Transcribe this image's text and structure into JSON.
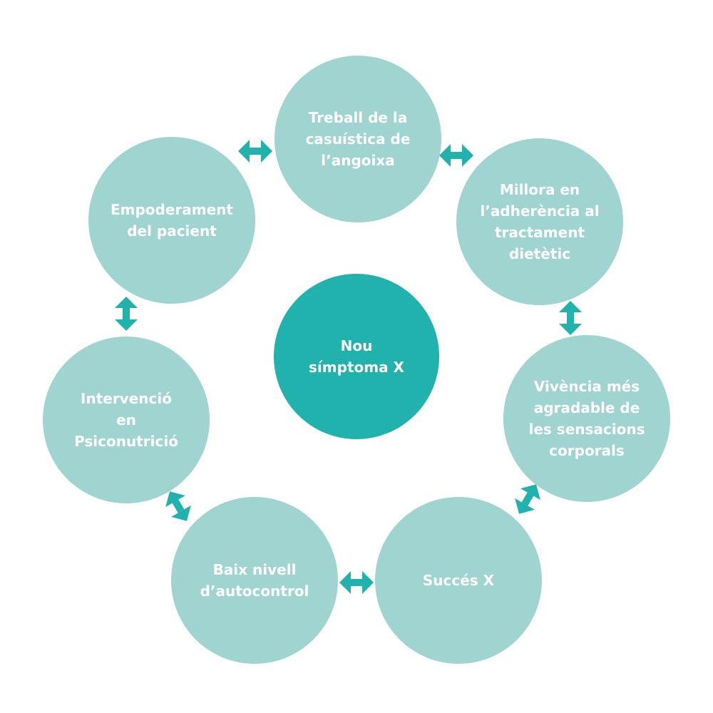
{
  "colors": {
    "node_fill": "#9fd4d0",
    "center_fill": "#22b2ad",
    "arrow_fill": "#22b2ad",
    "text": "#ffffff",
    "background": "#ffffff"
  },
  "center": {
    "label": "Nou\nsímptoma X"
  },
  "nodes": [
    {
      "label": "Treball de la\ncasuística de\nl’angoixa"
    },
    {
      "label": "Millora en\nl’adherència al\ntractament\ndietètic"
    },
    {
      "label": "Vivència més\nagradable de\nles sensacions\ncorporals"
    },
    {
      "label": "Succés X"
    },
    {
      "label": "Baix nivell\nd’autocontrol"
    },
    {
      "label": "Intervenció\nen\nPsiconutrició"
    },
    {
      "label": "Empoderament\ndel pacient"
    }
  ],
  "connectors": {
    "type": "bidirectional-arrow",
    "count": 7,
    "icon": "double-arrow-icon"
  }
}
